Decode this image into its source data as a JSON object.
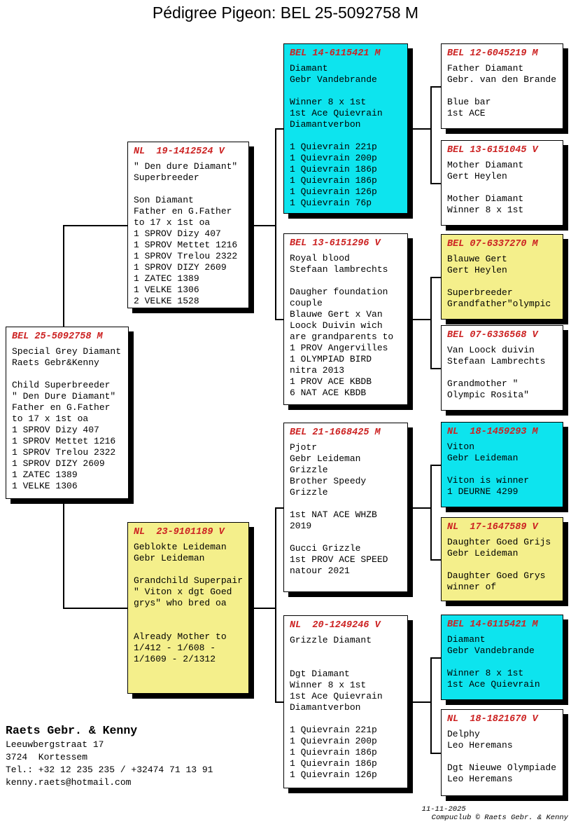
{
  "title": "Pédigree Pigeon: BEL 25-5092758 M",
  "colors": {
    "box_cyan": "#0de4ee",
    "box_yellow": "#f4ef8b",
    "box_white": "#ffffff",
    "ring_red": "#cc2222",
    "line_black": "#000000"
  },
  "boxes": [
    {
      "ring": "BEL 25-5092758 M",
      "bg": "#ffffff",
      "text": "Special Grey Diamant\nRaets Gebr&Kenny\n\nChild Superbreeder\n\" Den Dure Diamant\"\nFather en G.Father\nto 17 x 1st oa\n1 SPROV Dizy 407\n1 SPROV Mettet 1216\n1 SPROV Trelou 2322\n1 SPROV DIZY 2609\n1 ZATEC 1389\n1 VELKE 1306"
    },
    {
      "ring": "NL  19-1412524 V",
      "bg": "#ffffff",
      "text": "\" Den dure Diamant\"\nSuperbreeder\n\nSon Diamant\nFather en G.Father\nto 17 x 1st oa\n1 SPROV Dizy 407\n1 SPROV Mettet 1216\n1 SPROV Trelou 2322\n1 SPROV DIZY 2609\n1 ZATEC 1389\n1 VELKE 1306\n2 VELKE 1528"
    },
    {
      "ring": "NL  23-9101189 V",
      "bg": "#f4ef8b",
      "text": "Geblokte Leideman\nGebr Leideman\n\nGrandchild Superpair\n\" Viton x dgt Goed\ngrys\" who bred oa\n\n\nAlready Mother to\n1/412 - 1/608 -\n1/1609 - 2/1312"
    },
    {
      "ring": "BEL 14-6115421 M",
      "bg": "#0de4ee",
      "text": "Diamant\nGebr Vandebrande\n\nWinner 8 x 1st\n1st Ace Quievrain\nDiamantverbon\n\n1 Quievrain 221p\n1 Quievrain 200p\n1 Quievrain 186p\n1 Quievrain 186p\n1 Quievrain 126p\n1 Quievrain 76p"
    },
    {
      "ring": "BEL 13-6151296 V",
      "bg": "#ffffff",
      "text": "Royal blood\nStefaan lambrechts\n\nDaugher foundation\ncouple\nBlauwe Gert x Van\nLoock Duivin wich\nare grandparents to\n1 PROV Angervilles\n1 OLYMPIAD BIRD\nnitra 2013\n1 PROV ACE KBDB\n6 NAT ACE KBDB"
    },
    {
      "ring": "BEL 21-1668425 M",
      "bg": "#ffffff",
      "text": "Pjotr\nGebr Leideman\nGrizzle\nBrother Speedy\nGrizzle\n\n1st NAT ACE WHZB\n2019\n\nGucci Grizzle\n1st PROV ACE SPEED\nnatour 2021"
    },
    {
      "ring": "NL  20-1249246 V",
      "bg": "#ffffff",
      "text": "Grizzle Diamant\n\n\nDgt Diamant\nWinner 8 x 1st\n1st Ace Quievrain\nDiamantverbon\n\n1 Quievrain 221p\n1 Quievrain 200p\n1 Quievrain 186p\n1 Quievrain 186p\n1 Quievrain 126p"
    },
    {
      "ring": "BEL 12-6045219 M",
      "bg": "#ffffff",
      "text": "Father Diamant\nGebr. van den Brande\n\nBlue bar\n1st ACE"
    },
    {
      "ring": "BEL 13-6151045 V",
      "bg": "#ffffff",
      "text": "Mother Diamant\nGert Heylen\n\nMother Diamant\nWinner 8 x 1st"
    },
    {
      "ring": "BEL 07-6337270 M",
      "bg": "#f4ef8b",
      "text": "Blauwe Gert\nGert Heylen\n\nSuperbreeder\nGrandfather\"olympic"
    },
    {
      "ring": "BEL 07-6336568 V",
      "bg": "#ffffff",
      "text": "Van Loock duivin\nStefaan Lambrechts\n\nGrandmother \"\nOlympic Rosita\""
    },
    {
      "ring": "NL  18-1459293 M",
      "bg": "#0de4ee",
      "text": "Viton\nGebr Leideman\n\nViton is winner\n1 DEURNE 4299"
    },
    {
      "ring": "NL  17-1647589 V",
      "bg": "#f4ef8b",
      "text": "Daughter Goed Grijs\nGebr Leideman\n\nDaughter Goed Grys\nwinner of"
    },
    {
      "ring": "BEL 14-6115421 M",
      "bg": "#0de4ee",
      "text": "Diamant\nGebr Vandebrande\n\nWinner 8 x 1st\n1st Ace Quievrain"
    },
    {
      "ring": "NL  18-1821670 V",
      "bg": "#ffffff",
      "text": "Delphy\nLeo Heremans\n\nDgt Nieuwe Olympiade\nLeo Heremans"
    }
  ],
  "breeder": {
    "name": "Raets Gebr. & Kenny",
    "address1": "Leeuwbergstraat 17",
    "address2": "3724  Kortessem",
    "phone": "Tel.: +32 12 235 235 / +32474 71 13 91",
    "email": "kenny.raets@hotmail.com"
  },
  "footer": {
    "date": "11-11-2025",
    "credit": "Compuclub © Raets Gebr. & Kenny"
  }
}
